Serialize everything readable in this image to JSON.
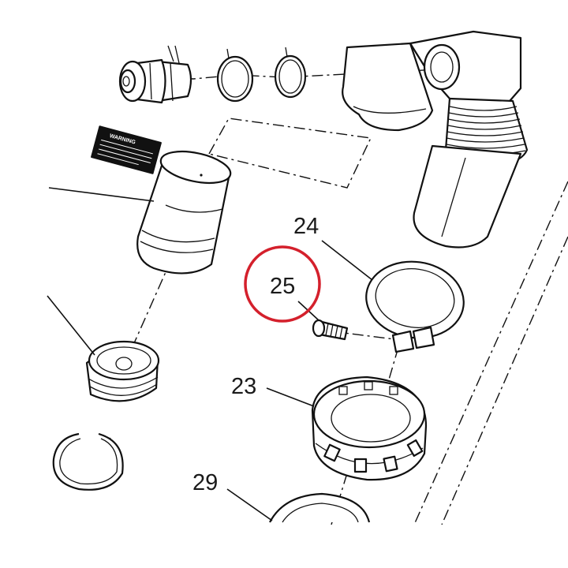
{
  "diagram": {
    "callouts": [
      {
        "id": "23",
        "label": "23"
      },
      {
        "id": "24",
        "label": "24"
      },
      {
        "id": "25",
        "label": "25",
        "highlighted": true
      },
      {
        "id": "29",
        "label": "29"
      }
    ],
    "warning_label": {
      "text": "WARNING"
    },
    "colors": {
      "line": "#111111",
      "background": "#ffffff",
      "highlight": "#d4202c"
    }
  }
}
